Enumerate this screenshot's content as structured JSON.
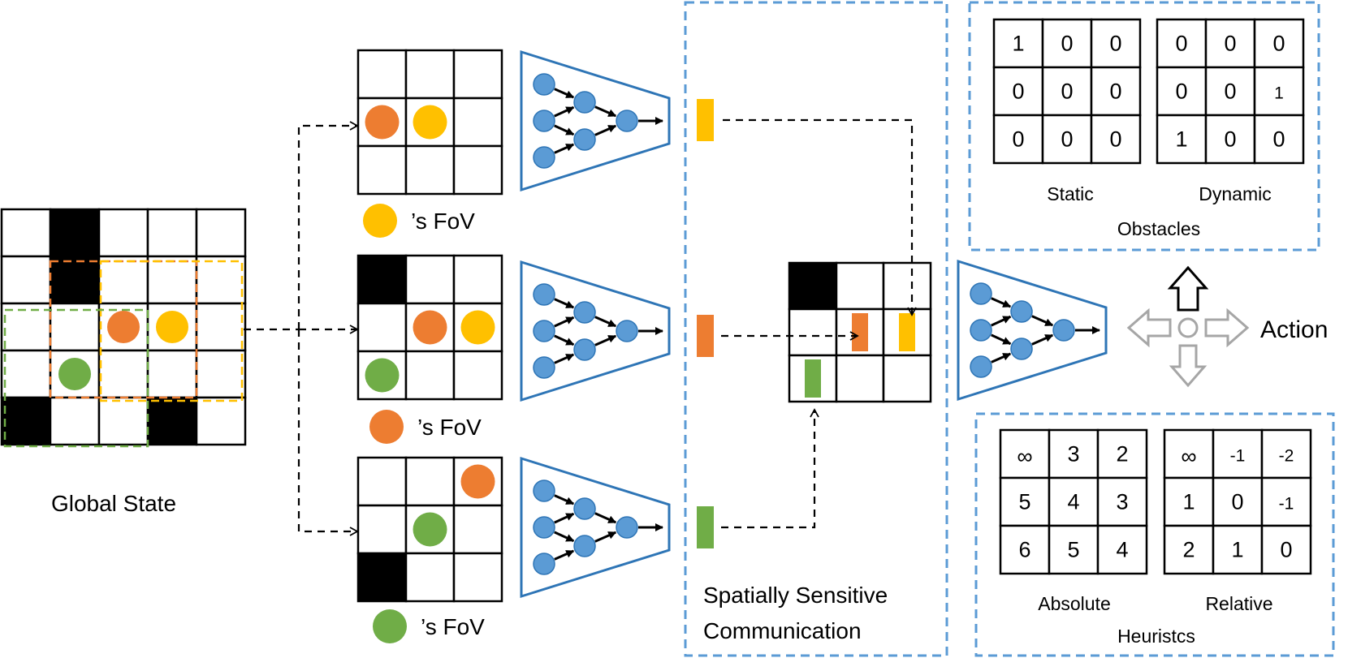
{
  "global_state": {
    "label": "Global State",
    "grid": [
      [
        0,
        1,
        0,
        0,
        0
      ],
      [
        0,
        1,
        0,
        0,
        0
      ],
      [
        0,
        0,
        0,
        0,
        0
      ],
      [
        0,
        0,
        0,
        0,
        0
      ],
      [
        1,
        0,
        0,
        1,
        0
      ]
    ],
    "agents": [
      {
        "color": "orange",
        "row": 2,
        "col": 2
      },
      {
        "color": "yellow",
        "row": 2,
        "col": 3
      },
      {
        "color": "green",
        "row": 3,
        "col": 1
      }
    ]
  },
  "fovs": [
    {
      "agent": "yellow",
      "label": "’s FoV",
      "grid": [
        [
          0,
          0,
          0
        ],
        [
          0,
          0,
          0
        ],
        [
          0,
          0,
          0
        ]
      ],
      "agents": [
        {
          "color": "orange",
          "row": 1,
          "col": 0
        },
        {
          "color": "yellow",
          "row": 1,
          "col": 1
        }
      ]
    },
    {
      "agent": "orange",
      "label": "’s FoV",
      "grid": [
        [
          1,
          0,
          0
        ],
        [
          0,
          0,
          0
        ],
        [
          0,
          0,
          0
        ]
      ],
      "agents": [
        {
          "color": "orange",
          "row": 1,
          "col": 1
        },
        {
          "color": "yellow",
          "row": 1,
          "col": 2
        },
        {
          "color": "green",
          "row": 2,
          "col": 0
        }
      ]
    },
    {
      "agent": "green",
      "label": "’s FoV",
      "grid": [
        [
          0,
          0,
          0
        ],
        [
          0,
          0,
          0
        ],
        [
          1,
          0,
          0
        ]
      ],
      "agents": [
        {
          "color": "orange",
          "row": 0,
          "col": 2
        },
        {
          "color": "green",
          "row": 1,
          "col": 1
        }
      ]
    }
  ],
  "communication": {
    "label_line1": "Spatially Sensitive",
    "label_line2": "Communication",
    "grid": [
      [
        1,
        0,
        0
      ],
      [
        0,
        0,
        0
      ],
      [
        0,
        0,
        0
      ]
    ],
    "messages": [
      {
        "color": "orange",
        "row": 1,
        "col": 1
      },
      {
        "color": "yellow",
        "row": 1,
        "col": 2
      },
      {
        "color": "green",
        "row": 2,
        "col": 0
      }
    ]
  },
  "obstacles": {
    "title": "Obstacles",
    "static_label": "Static",
    "dynamic_label": "Dynamic",
    "static": [
      [
        "1",
        "0",
        "0"
      ],
      [
        "0",
        "0",
        "0"
      ],
      [
        "0",
        "0",
        "0"
      ]
    ],
    "dynamic": [
      [
        "0",
        "0",
        "0"
      ],
      [
        "0",
        "0",
        "1"
      ],
      [
        "1",
        "0",
        "0"
      ]
    ]
  },
  "heuristics": {
    "title": "Heuristcs",
    "absolute_label": "Absolute",
    "relative_label": "Relative",
    "absolute": [
      [
        "∞",
        "3",
        "2"
      ],
      [
        "5",
        "4",
        "3"
      ],
      [
        "6",
        "5",
        "4"
      ]
    ],
    "relative": [
      [
        "∞",
        "-1",
        "-2"
      ],
      [
        "1",
        "0",
        "-1"
      ],
      [
        "2",
        "1",
        "0"
      ]
    ]
  },
  "action": {
    "label": "Action"
  },
  "colors": {
    "orange": "#ED7D31",
    "yellow": "#FFC000",
    "green": "#70AD47",
    "node": "#5B9BD5",
    "net_border": "#2E75B6",
    "dash_blue": "#5B9BD5",
    "arrow_gray": "#A6A6A6",
    "black": "#000000"
  }
}
